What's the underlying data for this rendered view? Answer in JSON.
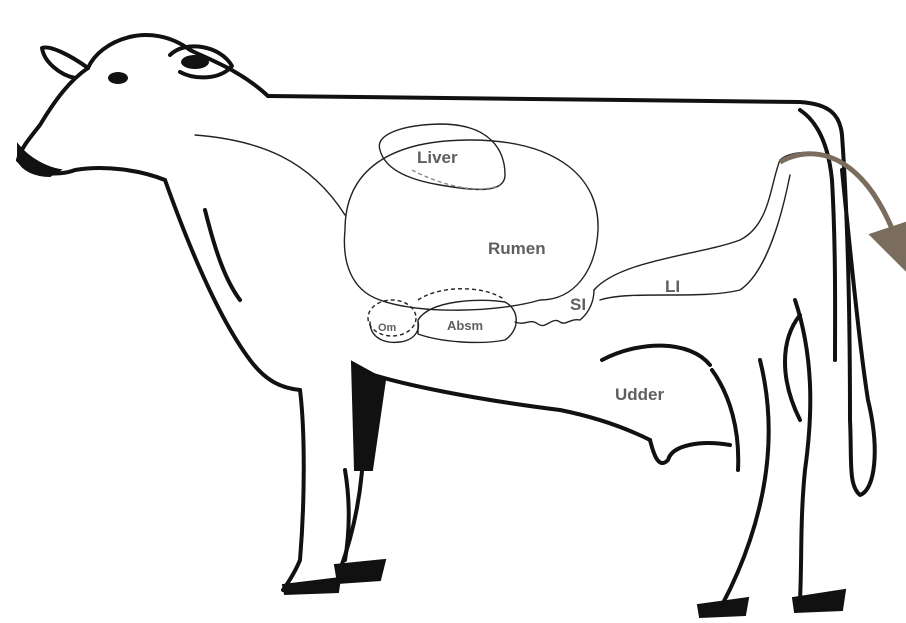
{
  "labels": {
    "liver": "Liver",
    "rumen": "Rumen",
    "omasum": "Om",
    "abomasum": "Absm",
    "small_intestine": "SI",
    "large_intestine": "LI",
    "udder": "Udder"
  },
  "colors": {
    "outline": "#111111",
    "label": "#5f5f5f",
    "arrow": "#7a6d5e"
  }
}
